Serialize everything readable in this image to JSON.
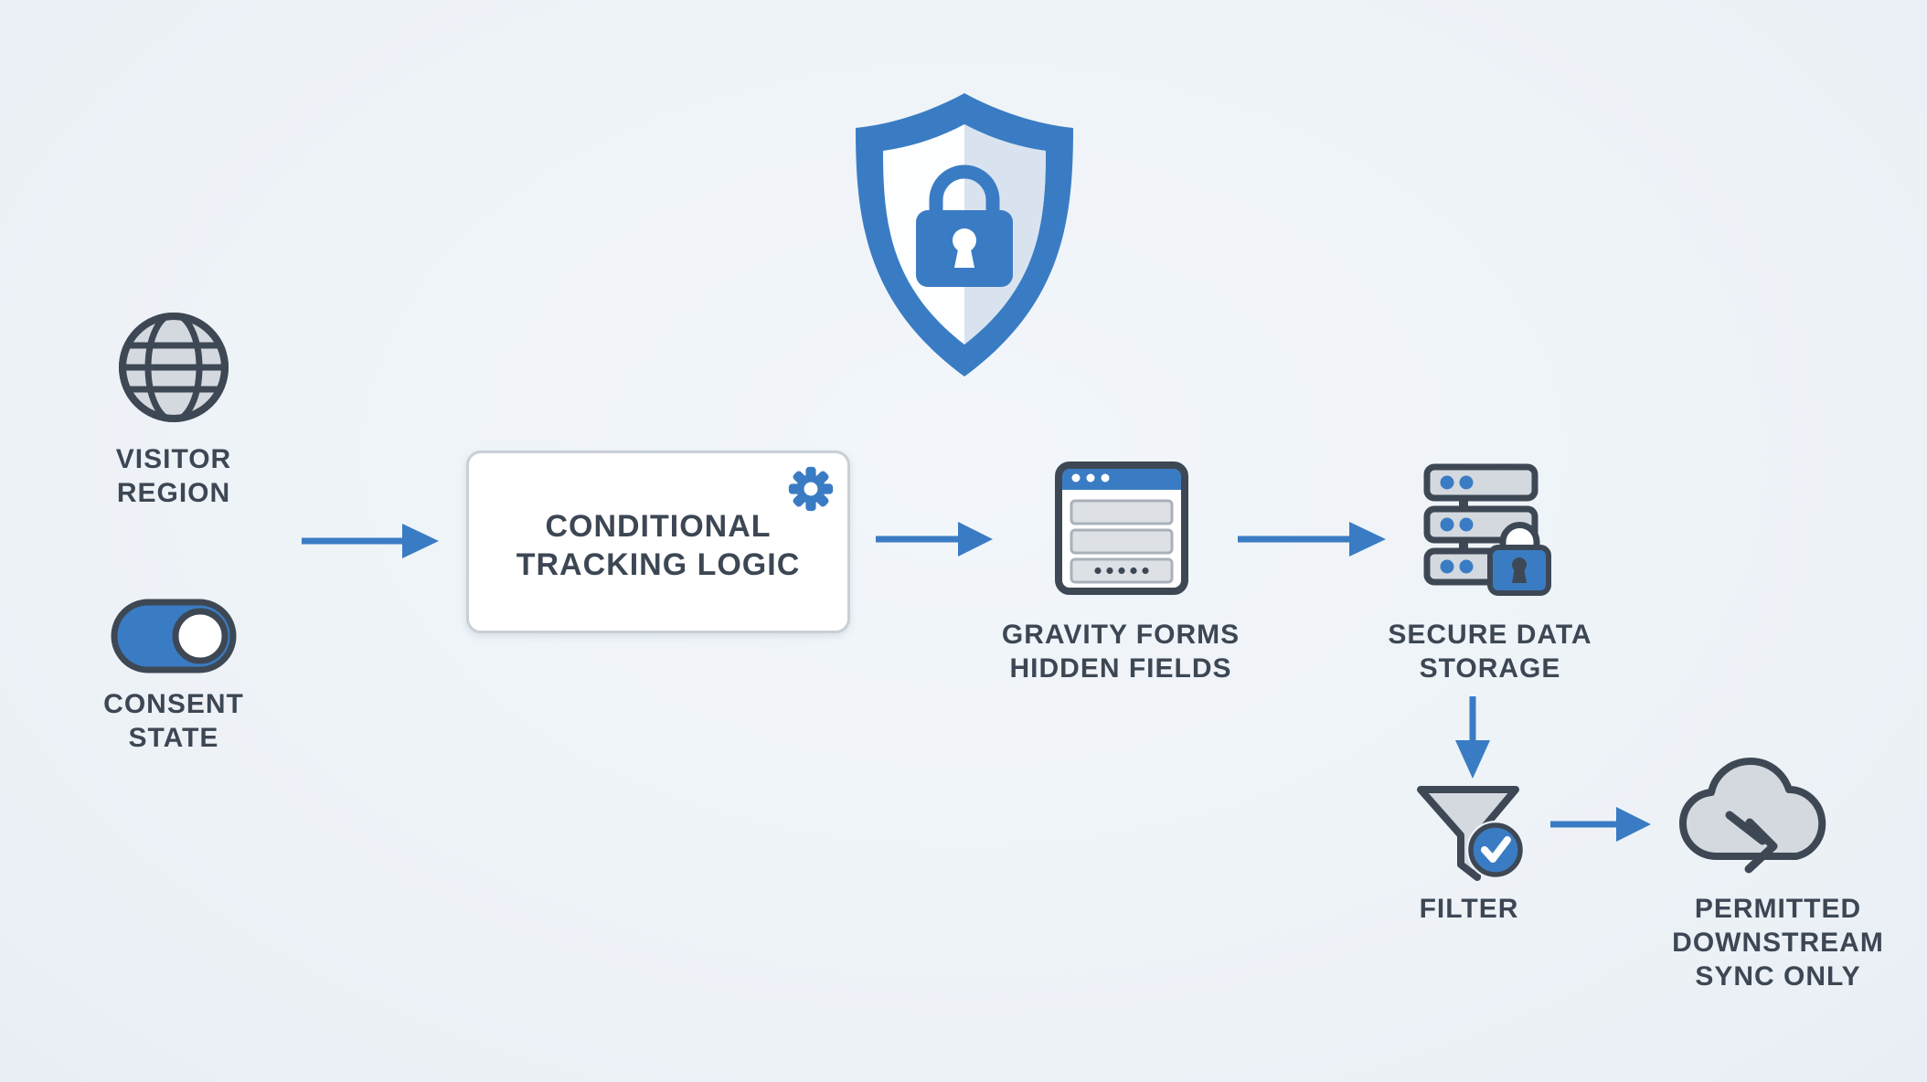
{
  "title": "Consent-based tracking flow diagram",
  "colors": {
    "bg": "#edf2f7",
    "accent": "#3a7cc4",
    "outline": "#3e4855",
    "label": "#3d4754",
    "gray": "#d4d9df",
    "box_border": "#c9cfd6",
    "white": "#ffffff",
    "shield_left": "#fdfeff",
    "shield_right": "#d9e3f0",
    "field_fill": "#dde1e6",
    "field_border": "#aab1ba",
    "halo": "#eef3f8"
  },
  "icons": {
    "shield": "shield-lock-icon",
    "globe": "globe-icon",
    "toggle": "toggle-on-icon",
    "gear": "gear-icon",
    "form": "form-window-icon",
    "server": "server-lock-icon",
    "funnel": "funnel-check-icon",
    "cloud": "cloud-sync-icon"
  },
  "nodes": {
    "visitor_region": {
      "label": "VISITOR\nREGION"
    },
    "consent_state": {
      "label": "CONSENT\nSTATE"
    },
    "tracking_logic": {
      "label": "CONDITIONAL\nTRACKING LOGIC"
    },
    "gravity_forms": {
      "label": "GRAVITY FORMS\nHIDDEN FIELDS"
    },
    "secure_storage": {
      "label": "SECURE DATA\nSTORAGE"
    },
    "filter": {
      "label": "FILTER"
    },
    "downstream": {
      "label": "PERMITTED\nDOWNSTREAM\nSYNC ONLY"
    }
  }
}
